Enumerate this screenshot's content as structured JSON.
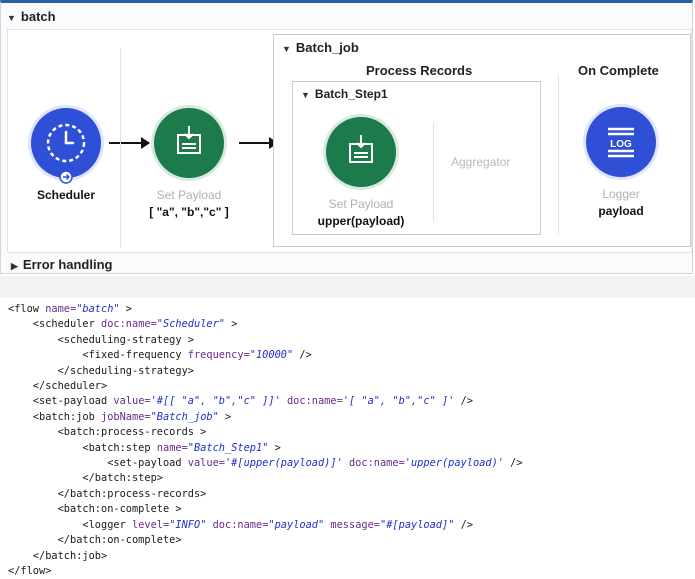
{
  "flow": {
    "title": "batch",
    "nodes": {
      "scheduler": {
        "label": "Scheduler",
        "icon": "clock-icon"
      },
      "set_payload_outer": {
        "label": "Set Payload",
        "sub": "[ \"a\", \"b\",\"c\" ]",
        "icon": "set-payload-icon"
      }
    },
    "batch_job": {
      "title": "Batch_job",
      "process_records": "Process Records",
      "on_complete": "On Complete",
      "step": {
        "title": "Batch_Step1",
        "set_payload": {
          "label": "Set Payload",
          "sub": "upper(payload)"
        },
        "aggregator": "Aggregator"
      },
      "logger": {
        "label": "Logger",
        "sub": "payload",
        "icon_text": "LOG"
      }
    },
    "error_handling": "Error handling"
  },
  "colors": {
    "blue": "#2f4fd6",
    "green": "#1d7a4a",
    "frame_accent": "#2a5fa8"
  },
  "code_lines": [
    [
      {
        "t": "tg",
        "v": "<flow "
      },
      {
        "t": "at",
        "v": "name="
      },
      {
        "t": "vl",
        "v": "\"batch\""
      },
      {
        "t": "tg",
        "v": " >"
      }
    ],
    [
      {
        "t": "tg",
        "v": "    <scheduler "
      },
      {
        "t": "at",
        "v": "doc:name="
      },
      {
        "t": "vl",
        "v": "\"Scheduler\""
      },
      {
        "t": "tg",
        "v": " >"
      }
    ],
    [
      {
        "t": "tg",
        "v": "        <scheduling-strategy >"
      }
    ],
    [
      {
        "t": "tg",
        "v": "            <fixed-frequency "
      },
      {
        "t": "at",
        "v": "frequency="
      },
      {
        "t": "vl",
        "v": "\"10000\""
      },
      {
        "t": "tg",
        "v": " />"
      }
    ],
    [
      {
        "t": "tg",
        "v": "        </scheduling-strategy>"
      }
    ],
    [
      {
        "t": "tg",
        "v": "    </scheduler>"
      }
    ],
    [
      {
        "t": "tg",
        "v": "    <set-payload "
      },
      {
        "t": "at",
        "v": "value="
      },
      {
        "t": "vl",
        "v": "'#[[ \"a\", \"b\",\"c\" ]]'"
      },
      {
        "t": "tg",
        "v": " "
      },
      {
        "t": "at",
        "v": "doc:name="
      },
      {
        "t": "vl",
        "v": "'[ \"a\", \"b\",\"c\" ]'"
      },
      {
        "t": "tg",
        "v": " />"
      }
    ],
    [
      {
        "t": "tg",
        "v": "    <batch:job "
      },
      {
        "t": "at",
        "v": "jobName="
      },
      {
        "t": "vl",
        "v": "\"Batch_job\""
      },
      {
        "t": "tg",
        "v": " >"
      }
    ],
    [
      {
        "t": "tg",
        "v": "        <batch:process-records >"
      }
    ],
    [
      {
        "t": "tg",
        "v": "            <batch:step "
      },
      {
        "t": "at",
        "v": "name="
      },
      {
        "t": "vl",
        "v": "\"Batch_Step1\""
      },
      {
        "t": "tg",
        "v": " >"
      }
    ],
    [
      {
        "t": "tg",
        "v": "                <set-payload "
      },
      {
        "t": "at",
        "v": "value="
      },
      {
        "t": "vl",
        "v": "'#[upper(payload)]'"
      },
      {
        "t": "tg",
        "v": " "
      },
      {
        "t": "at",
        "v": "doc:name="
      },
      {
        "t": "vl",
        "v": "'upper(payload)'"
      },
      {
        "t": "tg",
        "v": " />"
      }
    ],
    [
      {
        "t": "tg",
        "v": "            </batch:step>"
      }
    ],
    [
      {
        "t": "tg",
        "v": "        </batch:process-records>"
      }
    ],
    [
      {
        "t": "tg",
        "v": "        <batch:on-complete >"
      }
    ],
    [
      {
        "t": "tg",
        "v": "            <logger "
      },
      {
        "t": "at",
        "v": "level="
      },
      {
        "t": "vl",
        "v": "\"INFO\""
      },
      {
        "t": "tg",
        "v": " "
      },
      {
        "t": "at",
        "v": "doc:name="
      },
      {
        "t": "vl",
        "v": "\"payload\""
      },
      {
        "t": "tg",
        "v": " "
      },
      {
        "t": "at",
        "v": "message="
      },
      {
        "t": "vl",
        "v": "\"#[payload]\""
      },
      {
        "t": "tg",
        "v": " />"
      }
    ],
    [
      {
        "t": "tg",
        "v": "        </batch:on-complete>"
      }
    ],
    [
      {
        "t": "tg",
        "v": "    </batch:job>"
      }
    ],
    [
      {
        "t": "tg",
        "v": "</flow>"
      }
    ]
  ]
}
